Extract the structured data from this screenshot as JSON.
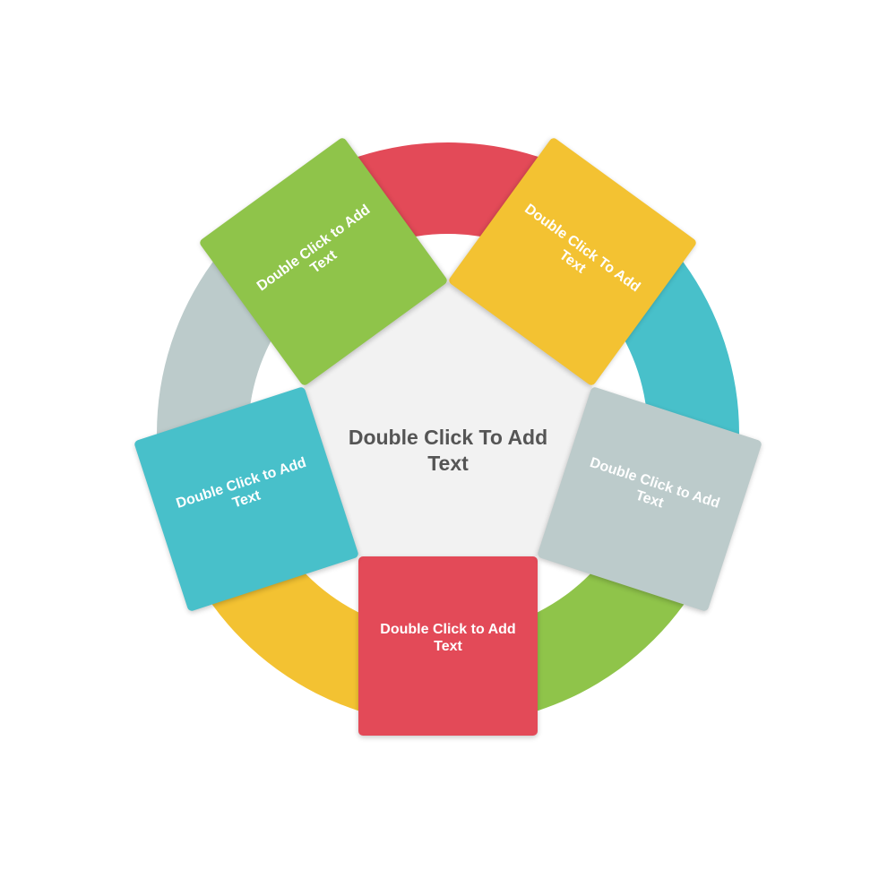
{
  "diagram": {
    "type": "pentagon-cycle",
    "center": {
      "label": "Double Click To Add Text",
      "fill": "#f2f2f2",
      "text_color": "#555555"
    },
    "ring": {
      "segments": [
        {
          "name": "top",
          "color": "#e34a58"
        },
        {
          "name": "right",
          "color": "#48c0ca"
        },
        {
          "name": "lower-right",
          "color": "#8fc44a"
        },
        {
          "name": "lower-left",
          "color": "#f3c232"
        },
        {
          "name": "left",
          "color": "#bccbcb"
        }
      ]
    },
    "cards": [
      {
        "position": "bottom",
        "label": "Double Click to Add Text",
        "color": "#e34a58"
      },
      {
        "position": "lower-right",
        "label": "Double Click to Add Text",
        "color": "#bccbcb"
      },
      {
        "position": "upper-right",
        "label": "Double Click To Add Text",
        "color": "#f3c232"
      },
      {
        "position": "upper-left",
        "label": "Double Click to Add Text",
        "color": "#8fc44a"
      },
      {
        "position": "lower-left",
        "label": "Double Click to Add Text",
        "color": "#48c0ca"
      }
    ]
  }
}
